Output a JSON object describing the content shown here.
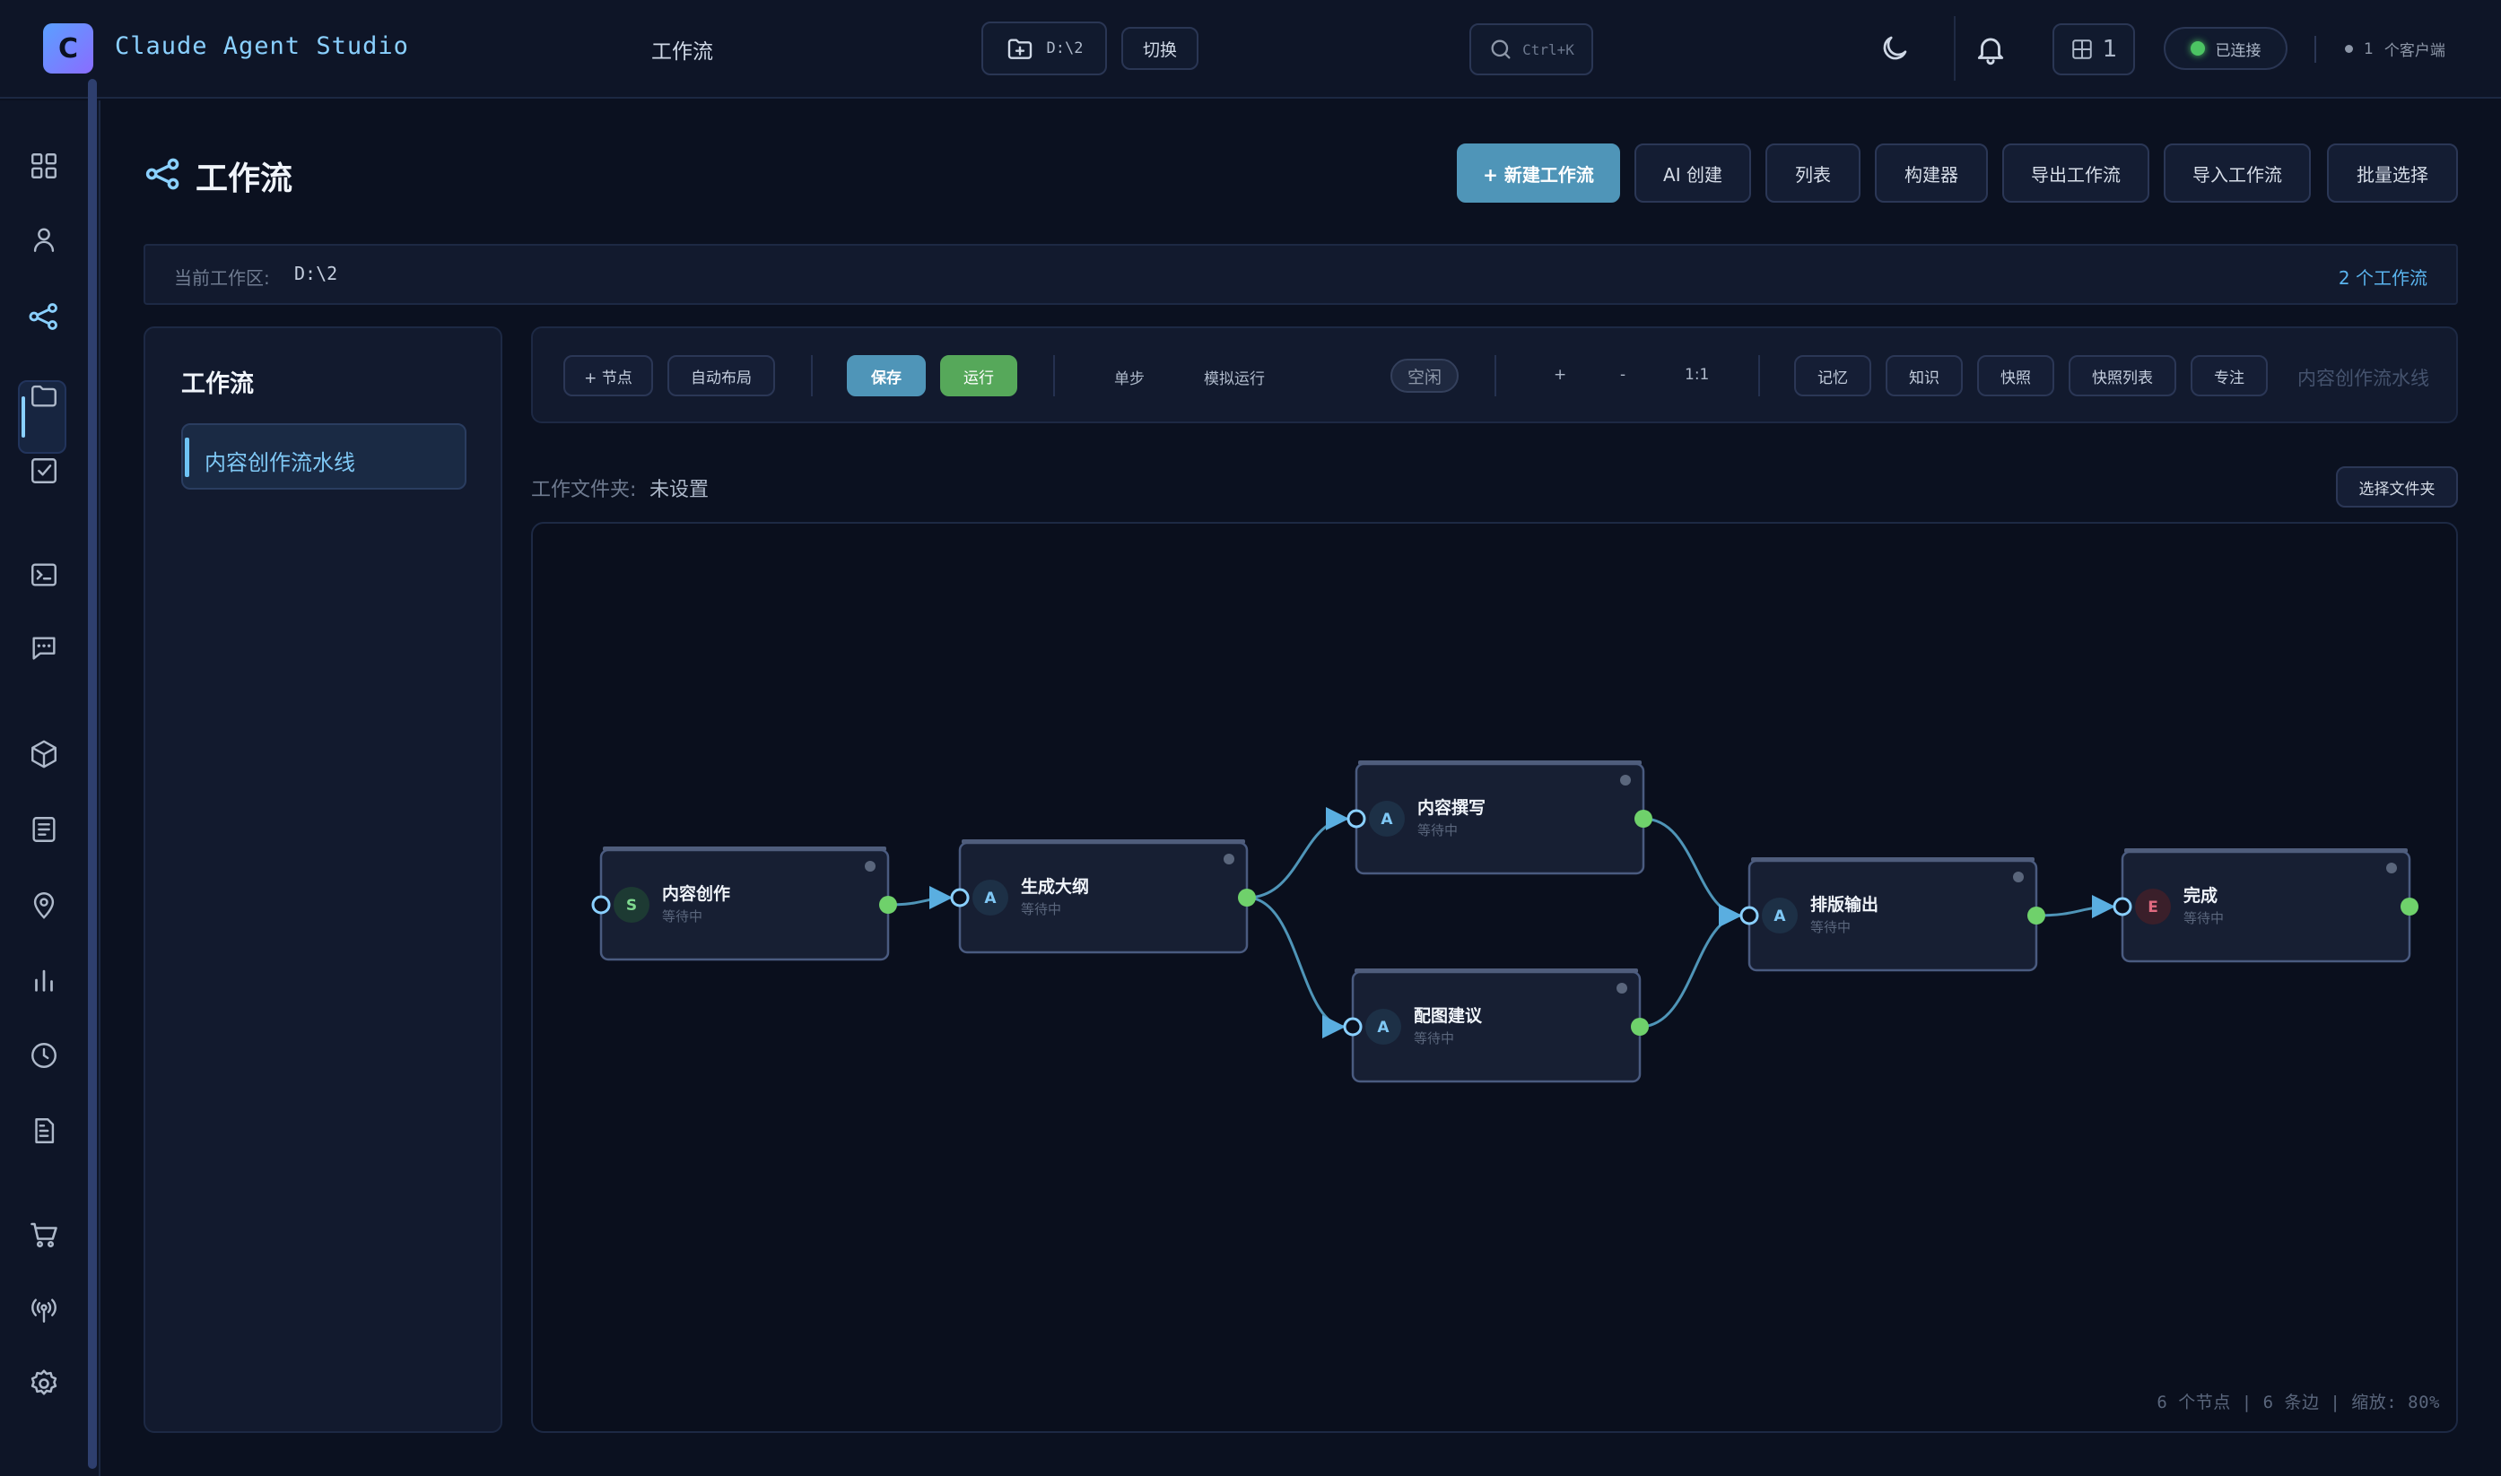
{
  "app": {
    "logo_letter": "C",
    "title": "Claude Agent Studio",
    "breadcrumb": "工作流",
    "folder_path": "D:\\2",
    "switch_label": "切换",
    "search_hint": "Ctrl+K",
    "layout_count": "1",
    "connection_status": "已连接",
    "client_count": "1",
    "client_label": "个客户端"
  },
  "page": {
    "title": "工作流",
    "buttons": {
      "new_workflow": "+ 新建工作流",
      "ai_create": "AI 创建",
      "list": "列表",
      "builder": "构建器",
      "export": "导出工作流",
      "import": "导入工作流",
      "batch_select": "批量选择"
    }
  },
  "workspace": {
    "label": "当前工作区:",
    "value": "D:\\2",
    "count": "2 个工作流"
  },
  "workflow_list": {
    "title": "工作流",
    "items": [
      {
        "label": "内容创作流水线"
      }
    ]
  },
  "toolbar": {
    "add_node": "+ 节点",
    "auto_layout": "自动布局",
    "save": "保存",
    "run": "运行",
    "step": "单步",
    "simulate": "模拟运行",
    "status": "空闲",
    "zoom_in": "+",
    "zoom_out": "-",
    "zoom_reset": "1:1",
    "memory": "记忆",
    "knowledge": "知识",
    "snapshot": "快照",
    "snapshot_list": "快照列表",
    "focus": "专注",
    "workflow_name": "内容创作流水线"
  },
  "folder": {
    "label": "工作文件夹:",
    "value": "未设置",
    "select_button": "选择文件夹"
  },
  "canvas": {
    "nodes": [
      {
        "id": "n1",
        "badge": "S",
        "title": "内容创作",
        "status": "等待中"
      },
      {
        "id": "n2",
        "badge": "A",
        "title": "生成大纲",
        "status": "等待中"
      },
      {
        "id": "n3",
        "badge": "A",
        "title": "内容撰写",
        "status": "等待中"
      },
      {
        "id": "n4",
        "badge": "A",
        "title": "配图建议",
        "status": "等待中"
      },
      {
        "id": "n5",
        "badge": "A",
        "title": "排版输出",
        "status": "等待中"
      },
      {
        "id": "n6",
        "badge": "E",
        "title": "完成",
        "status": "等待中"
      }
    ],
    "edges": [
      {
        "from": "n1",
        "to": "n2"
      },
      {
        "from": "n2",
        "to": "n3"
      },
      {
        "from": "n2",
        "to": "n4"
      },
      {
        "from": "n3",
        "to": "n5"
      },
      {
        "from": "n4",
        "to": "n5"
      },
      {
        "from": "n5",
        "to": "n6"
      }
    ],
    "stats": "6 个节点 | 6 条边 | 缩放: 80%"
  },
  "colors": {
    "accent": "#4f95b8",
    "run_green": "#56a85a",
    "port_green": "#6fd16b",
    "link": "#8ad0ff",
    "background": "#0b1120"
  }
}
